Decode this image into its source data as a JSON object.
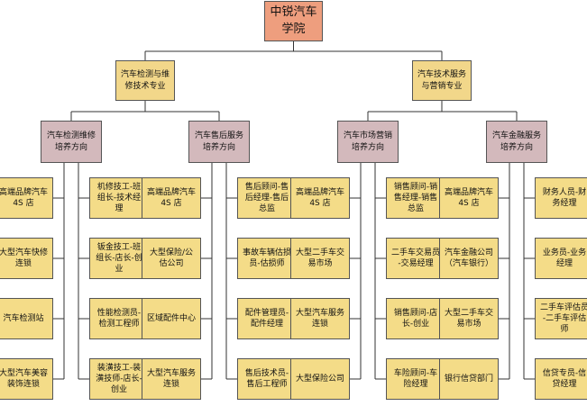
{
  "root": {
    "label": "中锐汽车\n学院"
  },
  "majors": [
    {
      "label": "汽车检测与维\n修技术专业",
      "directions": [
        {
          "label": "汽车检测维修\n培养方向",
          "places": [
            "高端品牌汽车\n4S 店",
            "大型汽车快修\n连锁",
            "汽车检测站",
            "大型汽车美容\n装饰连锁"
          ],
          "careers": [
            "机修技工-班\n组长-技术经\n理",
            "钣金技工-班\n组长-店长-创\n业",
            "性能检测员-\n检测工程师",
            "装潢技工-装\n潢技师-店长-\n创业"
          ]
        },
        {
          "label": "汽车售后服务\n培养方向",
          "places": [
            "高端品牌汽车\n4S 店",
            "大型保险/公\n估公司",
            "区域配件中心",
            "大型汽车服务\n连锁"
          ],
          "careers": [
            "售后顾问-售\n后经理-售后\n总监",
            "事故车辆估损\n员-估损师",
            "配件管理员-\n配件经理",
            "售后技术员-\n售后工程师"
          ]
        }
      ]
    },
    {
      "label": "汽车技术服务\n与营销专业",
      "directions": [
        {
          "label": "汽车市场营销\n培养方向",
          "places": [
            "高端品牌汽车\n4S 店",
            "大型二手车交\n易市场",
            "大型汽车服务\n连锁",
            "大型保险公司"
          ],
          "careers": [
            "销售顾问-销\n售经理-销售\n总监",
            "二手车交易员\n-交易经理",
            "销售顾问-店\n长-创业",
            "车险顾问-车\n险经理"
          ]
        },
        {
          "label": "汽车金融服务\n培养方向",
          "places": [
            "高端品牌汽车\n4S 店",
            "汽车金融公司\n（汽车银行）",
            "大型二手车交\n易市场",
            "银行信贷部门"
          ],
          "careers": [
            "财务人员-财\n务经理",
            "业务员-业务\n经理",
            "二手车评估员\n-二手车评估\n师",
            "信贷专员-信\n贷经理"
          ]
        }
      ]
    }
  ]
}
